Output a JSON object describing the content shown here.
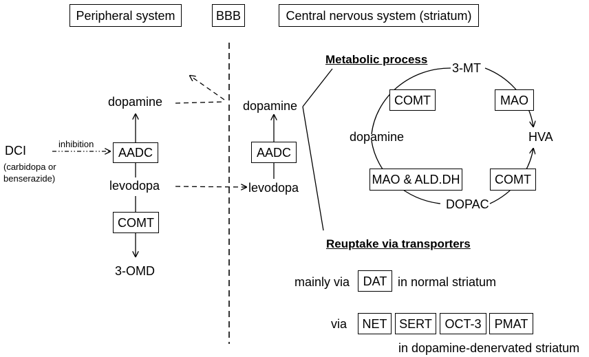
{
  "header": {
    "peripheral": "Peripheral system",
    "bbb": "BBB",
    "central": "Central nervous system (striatum)"
  },
  "peripheral": {
    "dopamine": "dopamine",
    "aadc": "AADC",
    "levodopa": "levodopa",
    "comt": "COMT",
    "omd": "3-OMD",
    "dci": "DCI",
    "dci_note_1": "(carbidopa or",
    "dci_note_2": "benserazide)",
    "inhibition": "inhibition"
  },
  "central": {
    "dopamine": "dopamine",
    "aadc": "AADC",
    "levodopa": "levodopa"
  },
  "metabolic": {
    "title": "Metabolic process",
    "mt": "3-MT",
    "comt_top": "COMT",
    "mao": "MAO",
    "dopamine": "dopamine",
    "hva": "HVA",
    "mao_ald": "MAO & ALD.DH",
    "comt_bottom": "COMT",
    "dopac": "DOPAC"
  },
  "reuptake": {
    "title": "Reuptake via transporters",
    "mainly_via": "mainly via",
    "dat": "DAT",
    "normal": "in normal striatum",
    "via": "via",
    "transporters": [
      "NET",
      "SERT",
      "OCT-3",
      "PMAT"
    ],
    "denervated": "in dopamine-denervated striatum"
  }
}
